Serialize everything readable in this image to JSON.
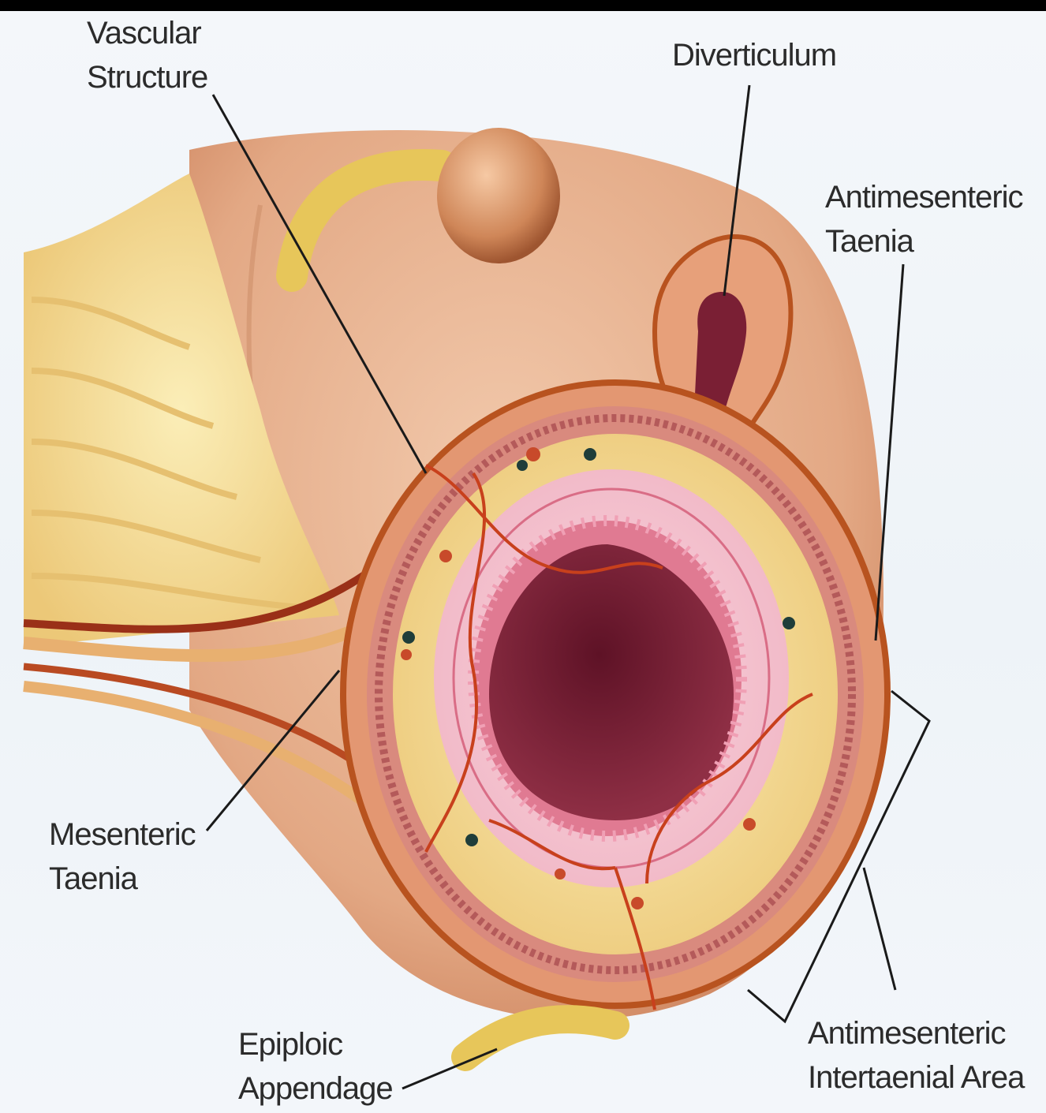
{
  "labels": {
    "vascular_structure": [
      "Vascular",
      "Structure"
    ],
    "diverticulum": [
      "Diverticulum"
    ],
    "antimesenteric_taenia": [
      "Antimesenteric",
      "Taenia"
    ],
    "mesenteric_taenia": [
      "Mesenteric",
      "Taenia"
    ],
    "epiploic_appendage": [
      "Epiploic",
      "Appendage"
    ],
    "antimesenteric_intertaenial_area": [
      "Antimesenteric",
      "Intertaenial Area"
    ]
  },
  "colors": {
    "background": "#eef3f8",
    "colon_wall": "#e0a47a",
    "fat": "#f1d98c",
    "mucosa": "#e88a9a",
    "lumen": "#7a1f34",
    "vessel": "#c8401c",
    "leader_line": "#1a1a1a"
  }
}
